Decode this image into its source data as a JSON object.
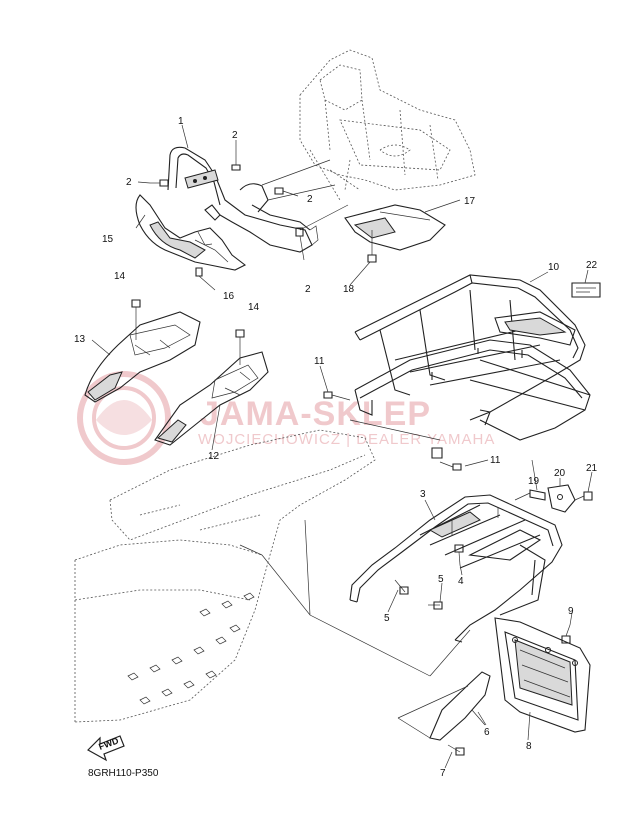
{
  "figure_code": "8GRH110-P350",
  "fwd_label": "FWD",
  "watermark": {
    "main": "JAMA-SKLEP",
    "sub": "WOJCIECHOWICZ | DEALER YAMAHA",
    "color": "#e8a9ae"
  },
  "callouts": [
    {
      "id": "c1",
      "text": "1"
    },
    {
      "id": "c2a",
      "text": "2"
    },
    {
      "id": "c2b",
      "text": "2"
    },
    {
      "id": "c2c",
      "text": "2"
    },
    {
      "id": "c2d",
      "text": "2"
    },
    {
      "id": "c3",
      "text": "3"
    },
    {
      "id": "c4",
      "text": "4"
    },
    {
      "id": "c5a",
      "text": "5"
    },
    {
      "id": "c5b",
      "text": "5"
    },
    {
      "id": "c6",
      "text": "6"
    },
    {
      "id": "c7",
      "text": "7"
    },
    {
      "id": "c8",
      "text": "8"
    },
    {
      "id": "c9",
      "text": "9"
    },
    {
      "id": "c10",
      "text": "10"
    },
    {
      "id": "c11a",
      "text": "11"
    },
    {
      "id": "c11b",
      "text": "11"
    },
    {
      "id": "c12",
      "text": "12"
    },
    {
      "id": "c13",
      "text": "13"
    },
    {
      "id": "c14a",
      "text": "14"
    },
    {
      "id": "c14b",
      "text": "14"
    },
    {
      "id": "c15",
      "text": "15"
    },
    {
      "id": "c16",
      "text": "16"
    },
    {
      "id": "c17",
      "text": "17"
    },
    {
      "id": "c18",
      "text": "18"
    },
    {
      "id": "c19",
      "text": "19"
    },
    {
      "id": "c20",
      "text": "20"
    },
    {
      "id": "c21",
      "text": "21"
    },
    {
      "id": "c22",
      "text": "22"
    }
  ]
}
